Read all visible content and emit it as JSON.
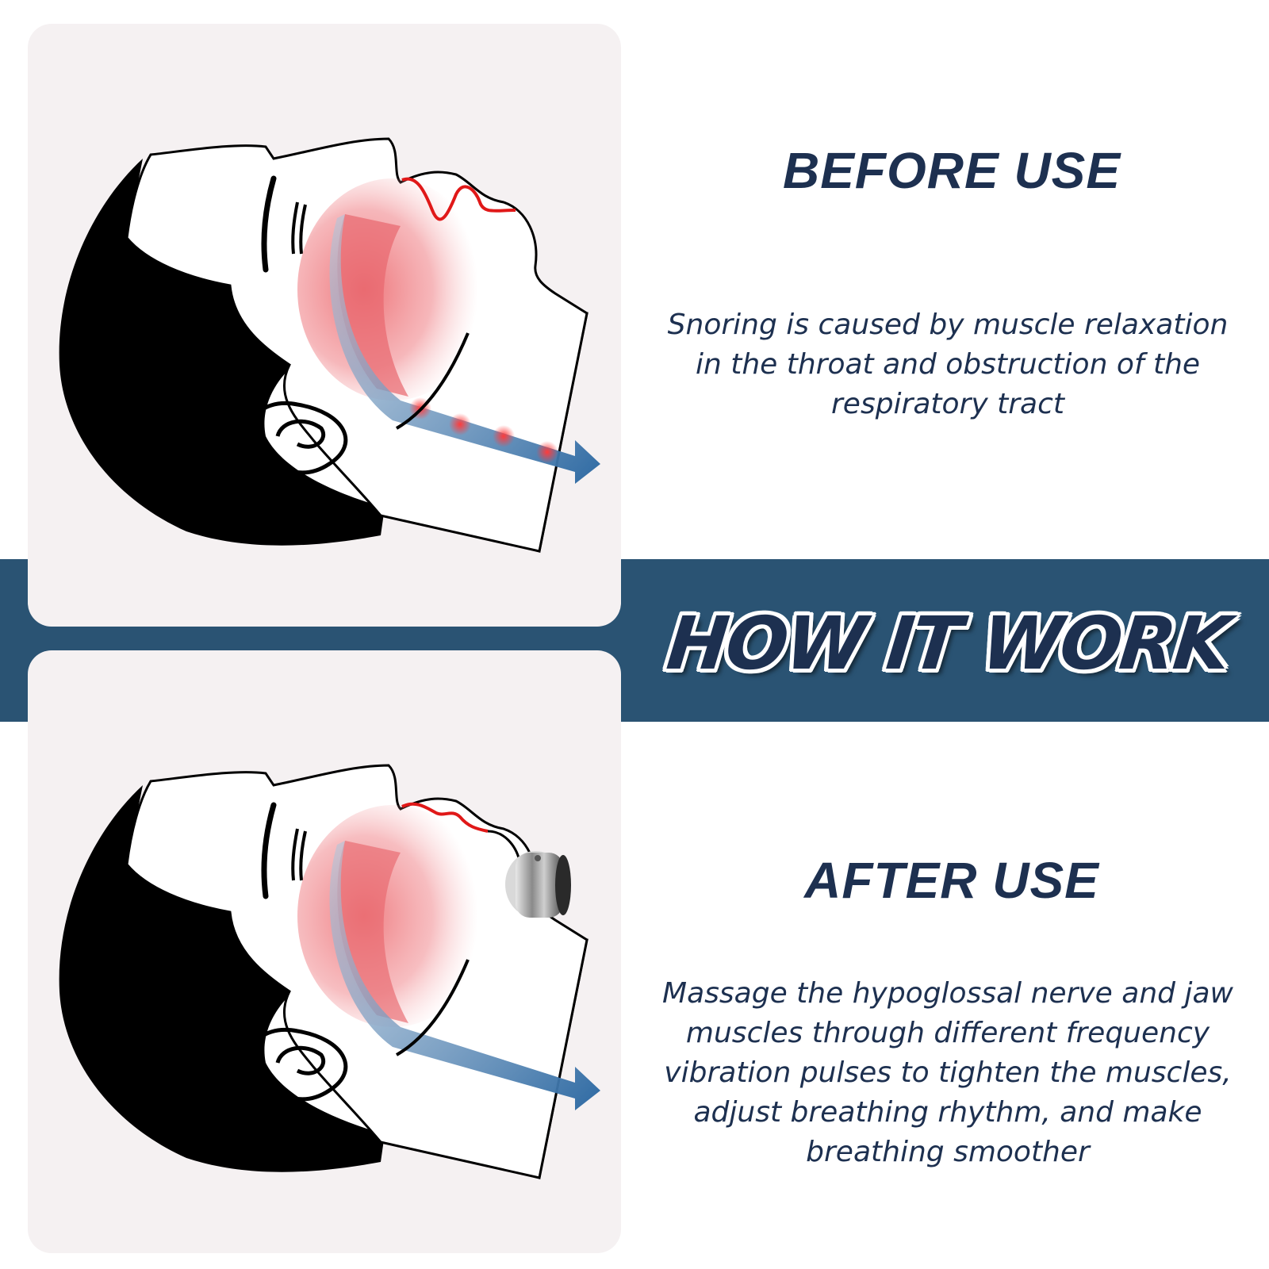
{
  "colors": {
    "band": "#2a5373",
    "panel": "#f5f1f2",
    "text": "#1d3050",
    "airway_red": "#e8474d",
    "airflow_blue": "#2e6aa3"
  },
  "banner": {
    "title": "HOW IT WORK"
  },
  "before": {
    "heading": "BEFORE USE",
    "description_lines": [
      "Snoring is caused by muscle relaxation",
      "in the throat and obstruction of the",
      "respiratory tract"
    ],
    "illustration": "sleeping-head-side-profile-obstructed-airway"
  },
  "after": {
    "heading": "AFTER USE",
    "description_lines": [
      "Massage the hypoglossal nerve and jaw",
      "muscles through different frequency",
      "vibration pulses to tighten the muscles,",
      "adjust breathing rhythm, and make",
      "breathing smoother"
    ],
    "illustration": "sleeping-head-side-profile-with-device",
    "device": "silver-chin-vibration-device"
  }
}
